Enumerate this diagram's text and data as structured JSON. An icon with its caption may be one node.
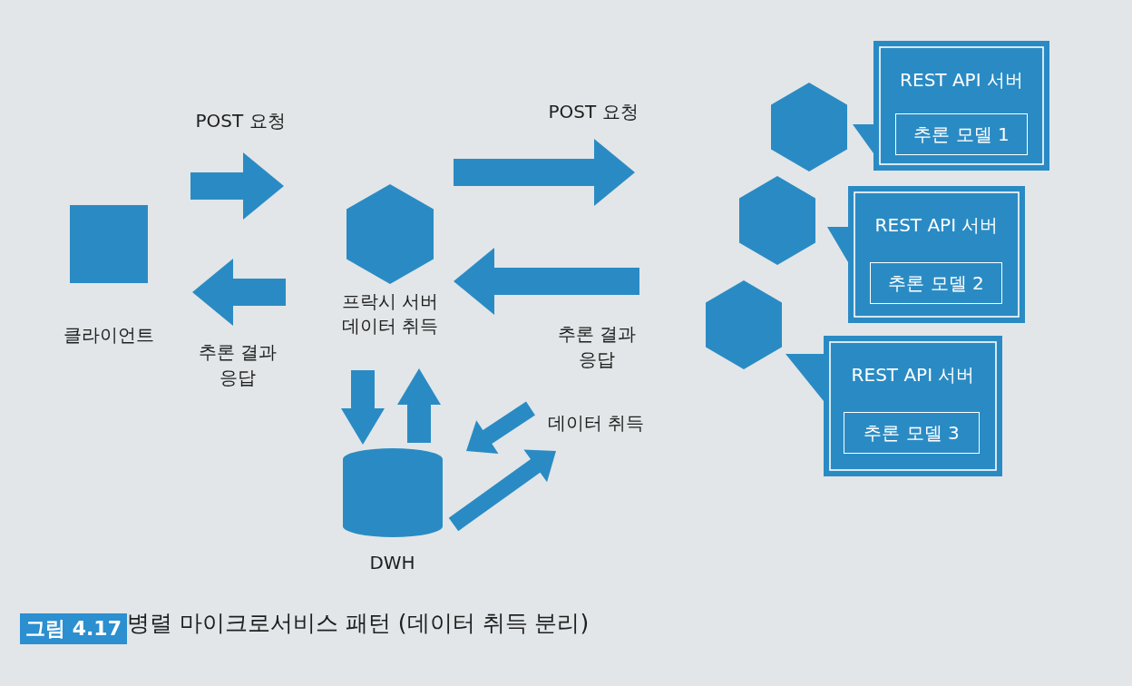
{
  "diagram": {
    "caption": "병렬 마이크로서비스 패턴 (데이터 취득 분리)",
    "nodes": [
      {
        "text": [
          "클라이언트"
        ]
      },
      {
        "text": [
          "프락시 서버 데이터 취득"
        ]
      },
      {
        "text": [
          "DWH"
        ]
      },
      {
        "text": [],
        "shape": "hexagon"
      },
      {
        "text": [
          "REST API 서버"
        ]
      },
      {
        "text": [
          "추론 모델 1"
        ],
        "in": 4
      },
      {
        "text": [],
        "shape": "hexagon"
      },
      {
        "text": [
          "REST API 서버"
        ]
      },
      {
        "text": [
          "추론 모델 2"
        ],
        "in": 7
      },
      {
        "text": [],
        "shape": "hexagon"
      },
      {
        "text": [
          "REST API 서버"
        ]
      },
      {
        "text": [
          "추론 모델 3"
        ],
        "in": 10
      }
    ],
    "edges": [
      {
        "from": 0,
        "to": 1,
        "arrow": "to",
        "label": "POST 요청"
      },
      {
        "from": 1,
        "to": 0,
        "arrow": "to",
        "label": "추론 결과 응답"
      },
      {
        "from": 1,
        "to": null,
        "arrow": "to",
        "label": "POST 요청"
      },
      {
        "from": null,
        "to": 1,
        "arrow": "to",
        "label": "추론 결과 응답"
      },
      {
        "from": 1,
        "to": 2,
        "arrow": "to"
      },
      {
        "from": 2,
        "to": 1,
        "arrow": "to"
      },
      {
        "from": null,
        "to": 2,
        "arrow": "to",
        "label": "데이터 취득"
      },
      {
        "from": 2,
        "to": null,
        "arrow": "to"
      }
    ],
    "labels": [
      "그림 4.17"
    ]
  }
}
